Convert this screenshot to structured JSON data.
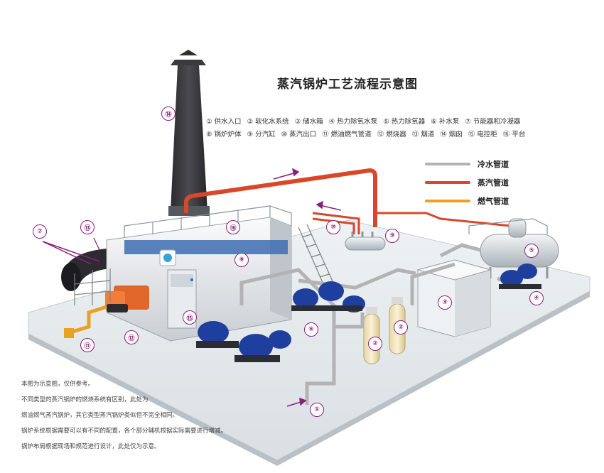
{
  "title": "蒸汽锅炉工艺流程示意图",
  "legend_rows": [
    [
      "① 供水入口",
      "② 软化水系统",
      "③ 储水箱",
      "④ 热力除氧水泵",
      "⑤ 热力除氧器",
      "⑥ 补水泵",
      "⑦ 节能器和冷凝器"
    ],
    [
      "⑧ 锅炉炉体",
      "⑨ 分汽缸",
      "⑩ 蒸汽出口",
      "⑪ 燃油燃气管道",
      "⑫ 燃烧器",
      "⑬ 烟道",
      "⑭ 烟囱",
      "⑮ 电控柜",
      "⑯ 平台"
    ]
  ],
  "pipe_legend": [
    {
      "label": "冷水管道",
      "color": "#b3b3b3"
    },
    {
      "label": "蒸汽管道",
      "color": "#d9472a"
    },
    {
      "label": "燃气管道",
      "color": "#e8a21f"
    }
  ],
  "notes": [
    "本图为示意图，仅供参考。",
    "不同类型的蒸汽锅炉的燃烧系统有区别，此处为",
    "燃油燃气蒸汽锅炉，其它类型蒸汽锅炉类似但不完全相同。",
    "锅炉系统根据需要可以有不同的配置，各个部分辅机根据实际需要进行增减。",
    "锅炉布局根据现场和规范进行设计，此处仅为示意。"
  ],
  "markers": [
    "①",
    "②",
    "②",
    "③",
    "④",
    "⑤",
    "⑥",
    "⑦",
    "⑧",
    "⑨",
    "⑩",
    "⑪",
    "⑫",
    "⑬",
    "⑭",
    "⑮",
    "⑯"
  ],
  "colors": {
    "marker": "#8a1f7a",
    "steam_pipe": "#d9472a",
    "water_pipe": "#b3b3b3",
    "gas_pipe": "#e8a21f",
    "pump_blue": "#1f3f9e",
    "floor": "#e4e9ec"
  }
}
